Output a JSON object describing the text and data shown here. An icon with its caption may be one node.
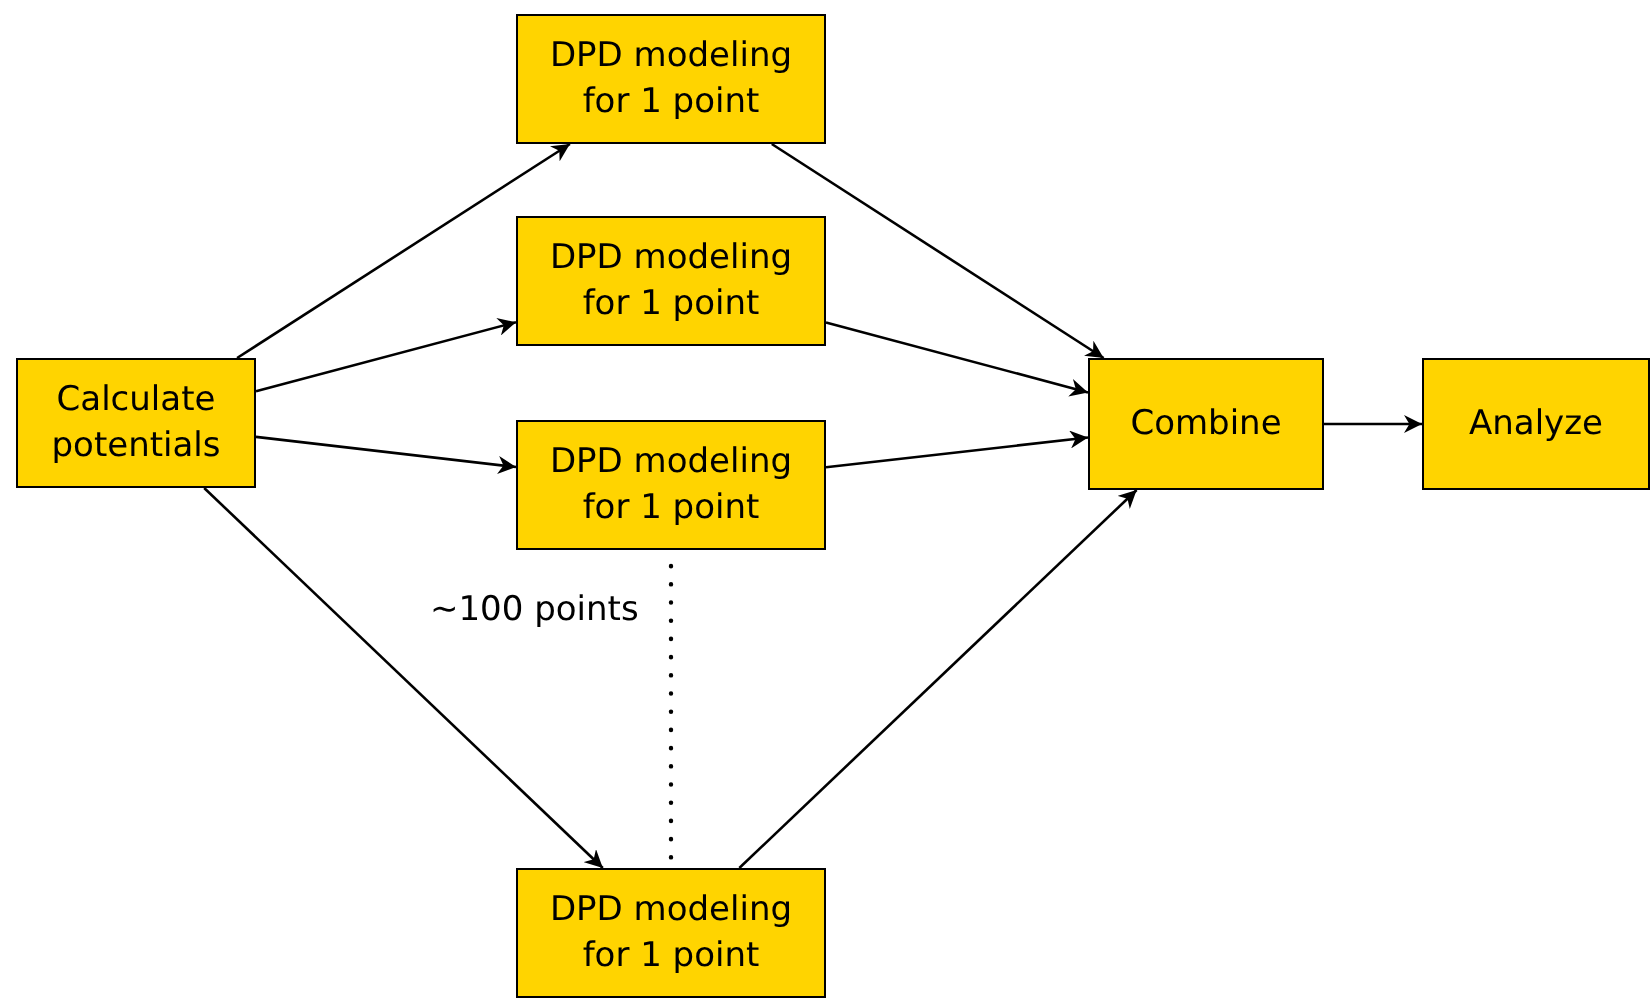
{
  "diagram": {
    "nodes": [
      {
        "text": [
          "Calculate potentials"
        ]
      },
      {
        "text": [
          "DPD modeling for 1 point"
        ]
      },
      {
        "text": [
          "DPD modeling for 1 point"
        ]
      },
      {
        "text": [
          "DPD modeling for 1 point"
        ]
      },
      {
        "text": [
          "DPD modeling for 1 point"
        ]
      },
      {
        "text": [
          "Combine"
        ]
      },
      {
        "text": [
          "Analyze"
        ]
      }
    ],
    "edges": [
      {
        "from": 0,
        "to": 1,
        "arrow": "to"
      },
      {
        "from": 0,
        "to": 2,
        "arrow": "to"
      },
      {
        "from": 0,
        "to": 3,
        "arrow": "to"
      },
      {
        "from": 0,
        "to": 4,
        "arrow": "to"
      },
      {
        "from": 1,
        "to": 5,
        "arrow": "to"
      },
      {
        "from": 2,
        "to": 5,
        "arrow": "to"
      },
      {
        "from": 3,
        "to": 5,
        "arrow": "to"
      },
      {
        "from": 4,
        "to": 5,
        "arrow": "to"
      },
      {
        "from": 3,
        "to": 4,
        "arrow": "none",
        "style": "dashed"
      },
      {
        "from": 5,
        "to": 6,
        "arrow": "to"
      }
    ],
    "labels": [
      "~100 points"
    ]
  }
}
